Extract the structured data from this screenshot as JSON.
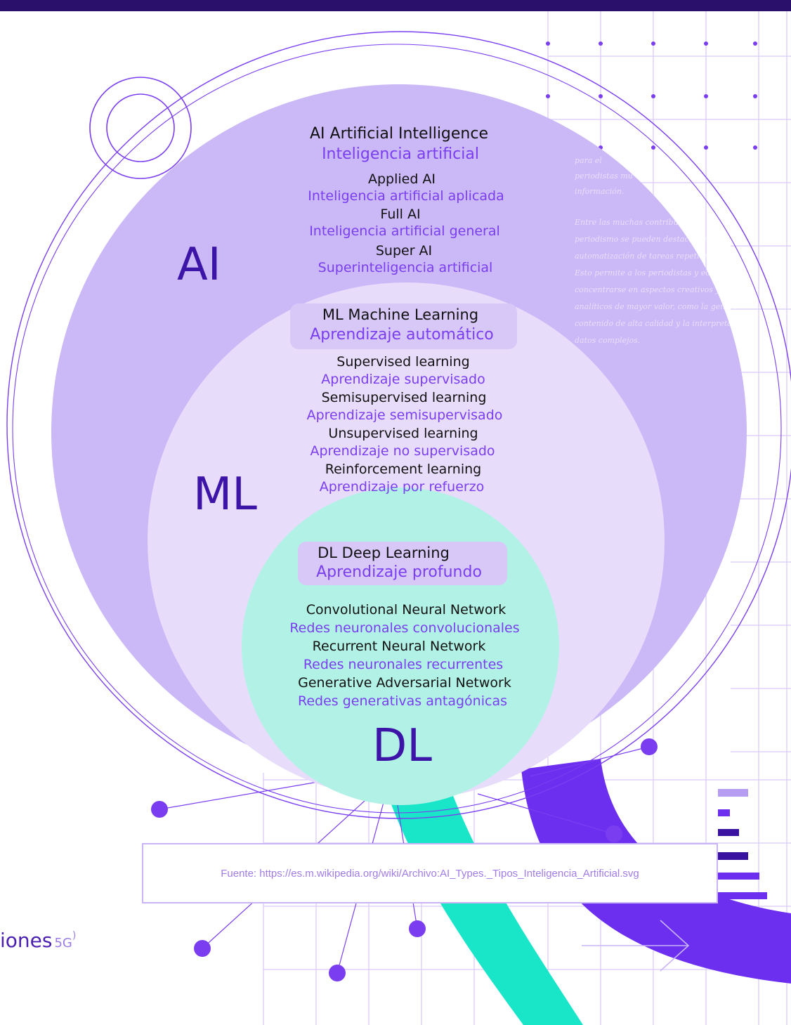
{
  "colors": {
    "ai": "#cbb8f7",
    "ml": "#e8dcfb",
    "dl": "#b2f2e6",
    "accent": "#7a3ef0",
    "dark": "#3d14a8",
    "teal": "#19e6c8",
    "violet": "#6c2ff0"
  },
  "ai": {
    "big": "AI",
    "title_en": "AI Artificial Intelligence",
    "title_es": "Inteligencia artificial",
    "items": [
      {
        "en": "Applied AI",
        "es": "Inteligencia artificial aplicada"
      },
      {
        "en": "Full AI",
        "es": "Inteligencia artificial general"
      },
      {
        "en": "Super AI",
        "es": "Superinteligencia artificial"
      }
    ]
  },
  "ml": {
    "big": "ML",
    "title_en": "ML Machine Learning",
    "title_es": "Aprendizaje automático",
    "items": [
      {
        "en": "Supervised learning",
        "es": "Aprendizaje supervisado"
      },
      {
        "en": "Semisupervised learning",
        "es": "Aprendizaje semisupervisado"
      },
      {
        "en": "Unsupervised learning",
        "es": "Aprendizaje no supervisado"
      },
      {
        "en": "Reinforcement learning",
        "es": "Aprendizaje por refuerzo"
      }
    ]
  },
  "dl": {
    "big": "DL",
    "title_en": "DL Deep Learning",
    "title_es": "Aprendizaje profundo",
    "items": [
      {
        "en": "Convolutional Neural Network",
        "es": "Redes neuronales convolucionales"
      },
      {
        "en": "Recurrent Neural Network",
        "es": "Redes neuronales recurrentes"
      },
      {
        "en": "Generative Adversarial Network",
        "es": "Redes generativas antagónicas"
      }
    ]
  },
  "source": "Fuente: https://es.m.wikipedia.org/wiki/Archivo:AI_Types._Tipos_Inteligencia_Artificial.svg",
  "logo": {
    "text": "iones",
    "badge": "5G"
  },
  "faint_text": [
    "para el",
    "periodistas mu",
    "información.",
    "Entre las muchas contribuciones",
    "periodismo se pueden destacar en",
    "automatización de tareas repetitivas y",
    "Esto permite a los periodistas y editores",
    "concentrarse en aspectos creativos y procesos",
    "analíticos de mayor valor, como la generación de",
    "contenido de alta calidad y la interpretación de",
    "datos complejos."
  ]
}
